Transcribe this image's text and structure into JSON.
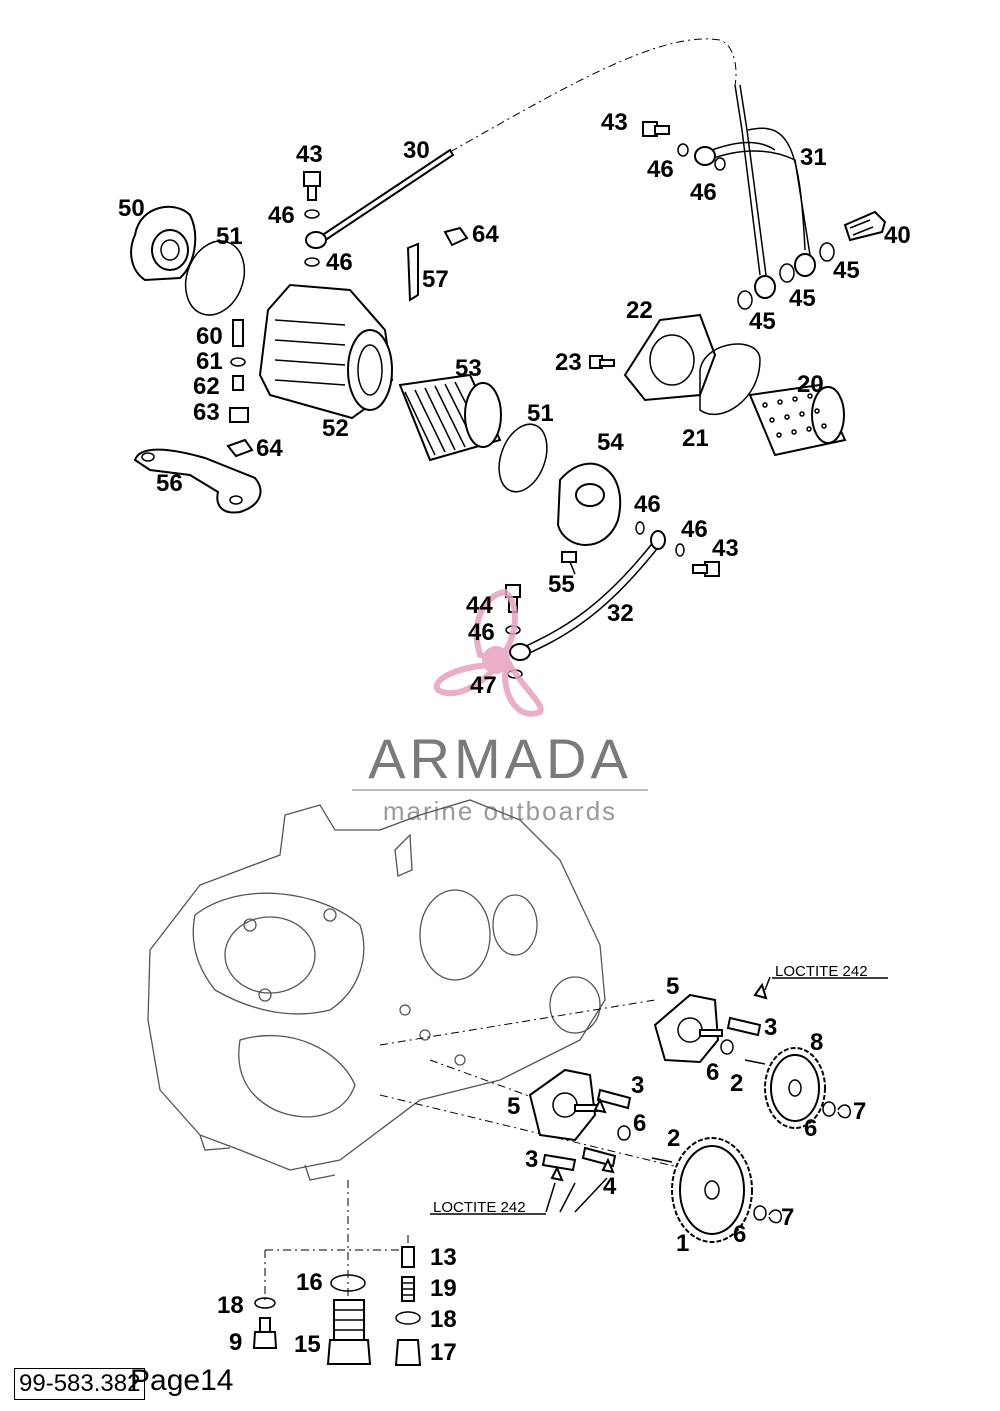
{
  "brand": {
    "name": "ARMADA",
    "tagline": "marine outboards",
    "logo_color": "#e8a0c0",
    "text_color": "#7a7a7a"
  },
  "notes": {
    "loctite_top": "LOCTITE 242",
    "loctite_bottom": "LOCTITE 242"
  },
  "callouts": {
    "c30": "30",
    "c31": "31",
    "c43a": "43",
    "c43b": "43",
    "c43c": "43",
    "c46a": "46",
    "c46b": "46",
    "c46c": "46",
    "c46d": "46",
    "c46e": "46",
    "c46f": "46",
    "c46g": "46",
    "c40": "40",
    "c45a": "45",
    "c45b": "45",
    "c45c": "45",
    "c50": "50",
    "c51a": "51",
    "c51b": "51",
    "c64a": "64",
    "c64b": "64",
    "c57": "57",
    "c22": "22",
    "c23": "23",
    "c60": "60",
    "c61": "61",
    "c62": "62",
    "c63": "63",
    "c53": "53",
    "c52": "52",
    "c20": "20",
    "c21": "21",
    "c54": "54",
    "c56": "56",
    "c55": "55",
    "c44": "44",
    "c32": "32",
    "c47": "47",
    "c5a": "5",
    "c5b": "5",
    "c3a": "3",
    "c3b": "3",
    "c3c": "3",
    "c8": "8",
    "c6a": "6",
    "c6b": "6",
    "c6c": "6",
    "c6d": "6",
    "c2a": "2",
    "c2b": "2",
    "c7a": "7",
    "c7b": "7",
    "c4": "4",
    "c1": "1",
    "c13": "13",
    "c16": "16",
    "c19": "19",
    "c18a": "18",
    "c18b": "18",
    "c9": "9",
    "c15": "15",
    "c17": "17"
  },
  "footer": {
    "code": "99-583.382",
    "page": "Page14"
  }
}
